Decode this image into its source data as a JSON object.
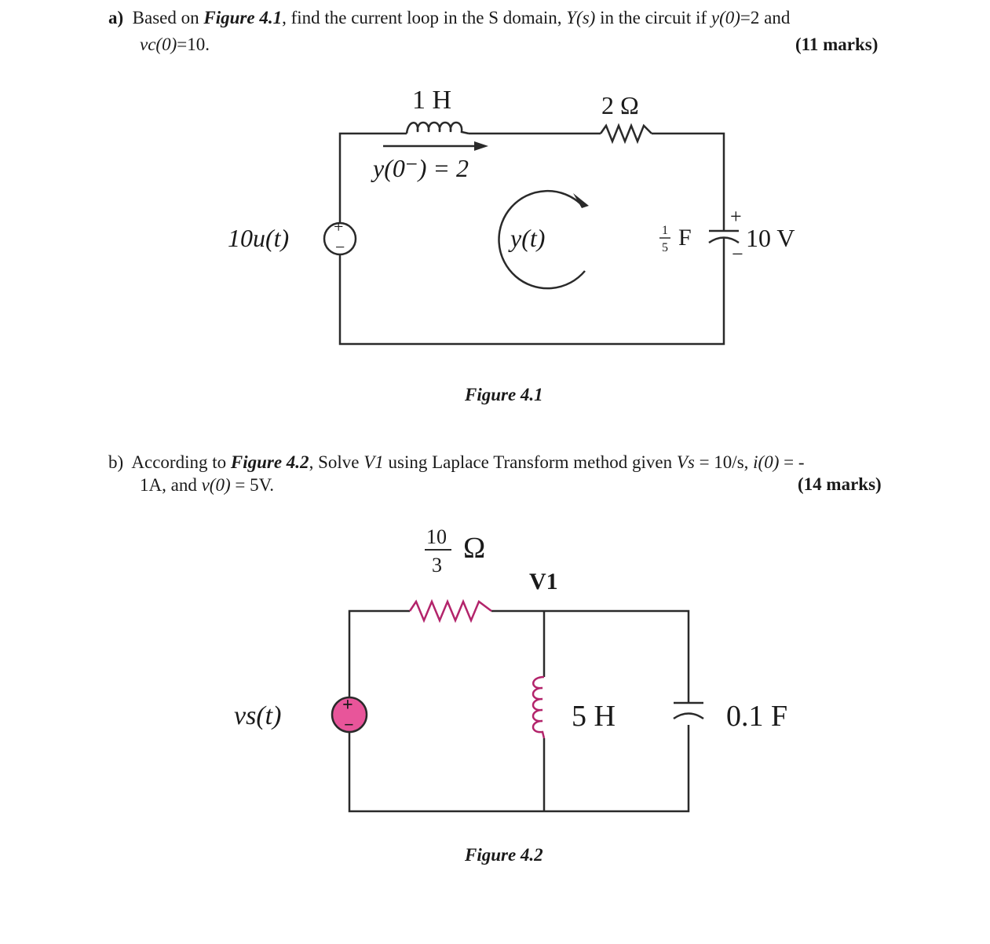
{
  "part_a": {
    "label": "a)",
    "t1": "Based on ",
    "fig_ref": "Figure 4.1",
    "t2": ", find the current loop in the S domain, ",
    "ys": "Y(s)",
    "t3": " in the circuit if ",
    "cond": "y(0)",
    "t4": "=2 and",
    "vc": "vc(0)",
    "t5": "=10.",
    "marks": "(11 marks)"
  },
  "fig1": {
    "caption": "Figure 4.1",
    "inductor_label": "1 H",
    "resistor_label": "2 Ω",
    "init_current": "y(0⁻) = 2",
    "source_label": "10u(t)",
    "loop_label": "y(t)",
    "cap_num": "1",
    "cap_den": "5",
    "cap_unit": "F",
    "cap_voltage": "10 V",
    "plus": "+",
    "minus": "−"
  },
  "part_b": {
    "label": "b)",
    "t1": "According to ",
    "fig_ref": "Figure 4.2",
    "t2": ", Solve ",
    "v1": "V1",
    "t3": " using Laplace Transform method given ",
    "vs": "Vs",
    "t4": " = 10/s, ",
    "i0": "i(0)",
    "t5": " = -",
    "t6": "1A, and ",
    "v0": "v(0)",
    "t7": " = 5V.",
    "marks": "(14 marks)"
  },
  "fig2": {
    "caption": "Figure 4.2",
    "res_num": "10",
    "res_den": "3",
    "res_unit": "Ω",
    "node_label": "V1",
    "source_label": "vs(t)",
    "inductor_label": "5 H",
    "cap_label": "0.1 F",
    "plus": "+",
    "minus": "−",
    "source_color": "#e8559a"
  }
}
